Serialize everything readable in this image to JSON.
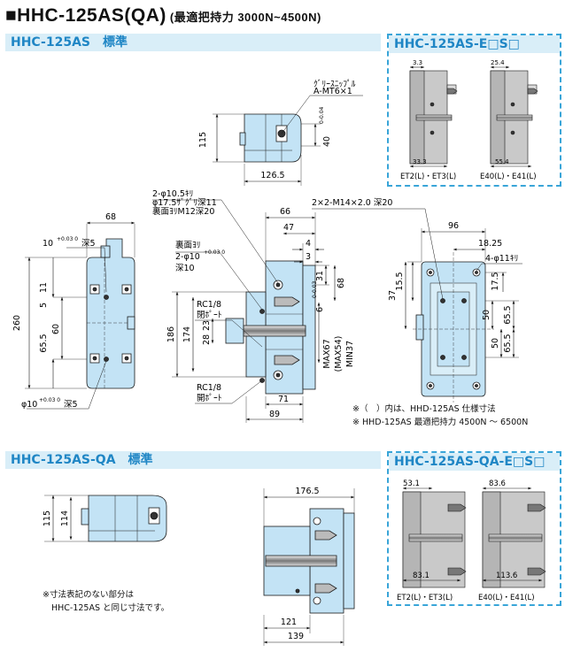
{
  "title": {
    "main": "■HHC-125AS(QA)",
    "sub": "(最適把持力 3000N~4500N)"
  },
  "sections": {
    "std": "HHC-125AS　標準",
    "std_option": "HHC-125AS-E□S□",
    "qa": "HHC-125AS-QA　標準",
    "qa_option": "HHC-125AS-QA-E□S□"
  },
  "top_view": {
    "dim_height": "115",
    "dim_width": "126.5",
    "nipple_label1": "ｸﾞﾘｰｽﾆｯﾌﾟﾙ",
    "nipple_label2": "A-MT6×1",
    "dim_40": "40",
    "dim_40_tol": "0-0.04"
  },
  "front_view": {
    "dim_68": "68",
    "dim_hole_top": "10",
    "dim_hole_top_tol": "+0.03 0",
    "dim_hole_top_depth": "深5",
    "dim_260": "260",
    "dim_11": "11",
    "dim_5": "5",
    "dim_60": "60",
    "dim_65_5": "65.5",
    "bottom_label": "φ10",
    "bottom_label_tol": "+0.03 0",
    "bottom_label_depth": "深5"
  },
  "side_view": {
    "hole_label1": "2-φ10.5ｷﾘ",
    "hole_label2": "φ17.5ｻﾞｸﾞﾘ深11",
    "hole_label3": "裏面ﾖﾘM12深20",
    "back_label1": "裏面ﾖﾘ",
    "back_label2": "2-φ10",
    "back_label2_tol": "+0.03 0",
    "back_label3": "深10",
    "rc_label1": "RC1/8",
    "rc_label2": "閉ﾎﾟｰﾄ",
    "rc_label3": "RC1/8",
    "rc_label4": "開ﾎﾟｰﾄ",
    "dim_66": "66",
    "dim_47": "47",
    "dim_4": "4",
    "dim_3": "3",
    "dim_31": "31",
    "dim_6": "6",
    "dim_6_tol": "0-0.03",
    "dim_68": "68",
    "dim_186": "186",
    "dim_174": "174",
    "dim_23": "23",
    "dim_28": "28",
    "dim_max67": "MAX67",
    "dim_max54": "(MAX54)",
    "dim_min37": "MIN37",
    "dim_71": "71",
    "dim_89": "89"
  },
  "end_view": {
    "tap_label": "2×2-M14×2.0 深20",
    "dim_96": "96",
    "dim_18_25": "18.25",
    "dim_37": "37",
    "dim_15_5": "15.5",
    "drill_label": "4-φ11ｷﾘ",
    "dim_17_5": "17.5",
    "dim_50a": "50",
    "dim_50b": "50",
    "dim_65_5a": "65.5",
    "dim_65_5b": "65.5"
  },
  "notes": {
    "n1": "※（　）内は、HHD-125AS 仕様寸法",
    "n2": "※ HHD-125AS 最適把持力 4500N ～ 6500N"
  },
  "std_option": {
    "dim_a": "3.3",
    "dim_b": "25.4",
    "dim_c": "33.3",
    "dim_d": "55.4",
    "caption_a": "ET2(L)・ET3(L)",
    "caption_b": "E40(L)・E41(L)"
  },
  "qa_view": {
    "dim_115": "115",
    "dim_114": "114",
    "dim_176_5": "176.5",
    "dim_121": "121",
    "dim_139": "139",
    "note1": "※寸法表記のない部分は",
    "note2": "HHC-125AS と同じ寸法です。"
  },
  "qa_option": {
    "dim_a": "53.1",
    "dim_b": "83.6",
    "dim_c": "83.1",
    "dim_d": "113.6",
    "caption_a": "ET2(L)・ET3(L)",
    "caption_b": "E40(L)・E41(L)"
  },
  "colors": {
    "part": "#c3e3f5",
    "part_stroke": "#1a1a1a",
    "gray": "#c9c9c9",
    "header_bg": "#d9eef8",
    "header_text": "#1f86c5",
    "dash": "#39a5d8"
  }
}
